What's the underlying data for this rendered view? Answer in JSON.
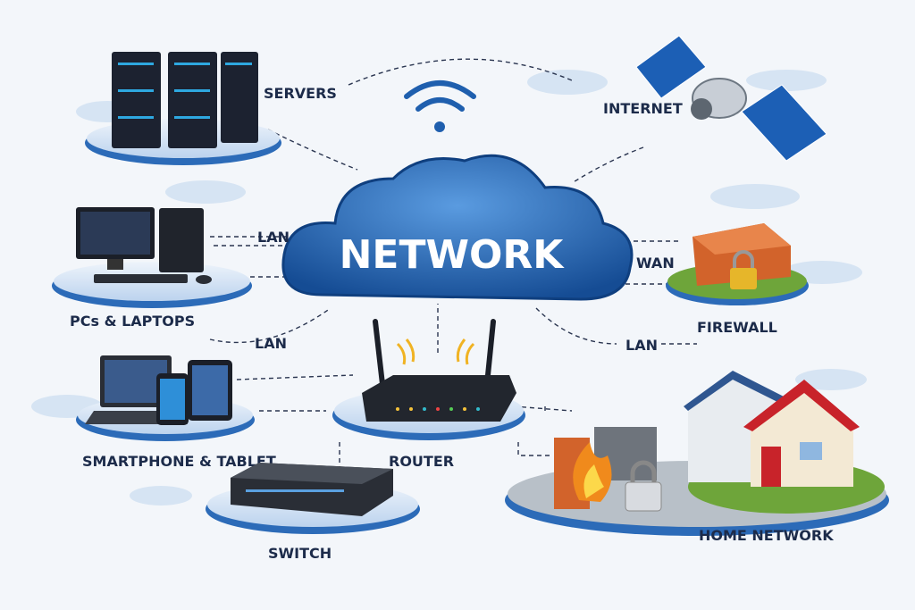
{
  "title": "NETWORK",
  "nodes": {
    "servers": "SERVERS",
    "internet": "INTERNET",
    "pcs": "PCs & LAPTOPS",
    "firewall": "FIREWALL",
    "mobile": "SMARTPHONE & TABLET",
    "router": "ROUTER",
    "switch": "SWITCH",
    "home": "HOME NETWORK"
  },
  "links": {
    "lan_pcs": "LAN",
    "lan_mobile": "LAN",
    "lan_right": "LAN",
    "wan": "WAN"
  },
  "colors": {
    "cloud": "#1f5fae",
    "platform": "#2c6bb8",
    "background": "#f3f6fa"
  }
}
